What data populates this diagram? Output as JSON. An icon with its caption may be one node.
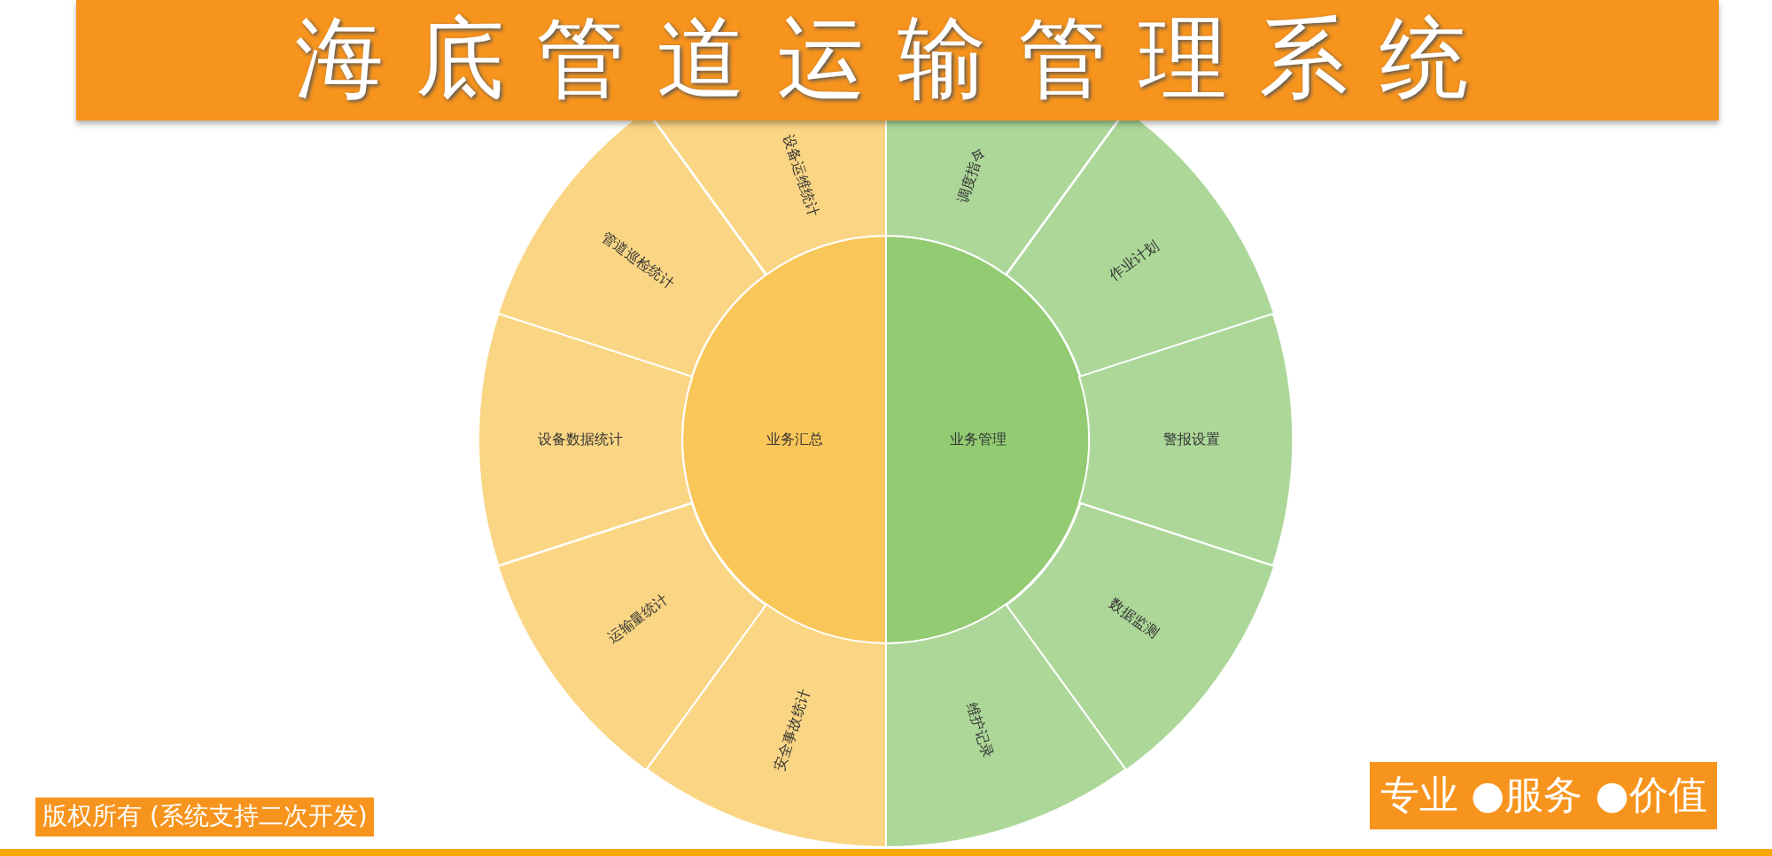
{
  "diagram": {
    "title": "海底管道运输管理系统",
    "nodes": [
      {
        "text": [
          "业务汇总"
        ]
      },
      {
        "text": [
          "设备运维统计"
        ]
      },
      {
        "text": [
          "管道巡检统计"
        ]
      },
      {
        "text": [
          "设备数据统计"
        ]
      },
      {
        "text": [
          "运输量统计"
        ]
      },
      {
        "text": [
          "安全事故统计"
        ]
      },
      {
        "text": [
          "业务管理"
        ]
      },
      {
        "text": [
          "调度指令"
        ]
      },
      {
        "text": [
          "作业计划"
        ]
      },
      {
        "text": [
          "警报设置"
        ]
      },
      {
        "text": [
          "数据监测"
        ]
      },
      {
        "text": [
          "维护记录"
        ]
      }
    ],
    "edges": [],
    "labels": [
      "版权所有 (系统支持二次开发)",
      "专业 ●服务 ●价值"
    ]
  }
}
